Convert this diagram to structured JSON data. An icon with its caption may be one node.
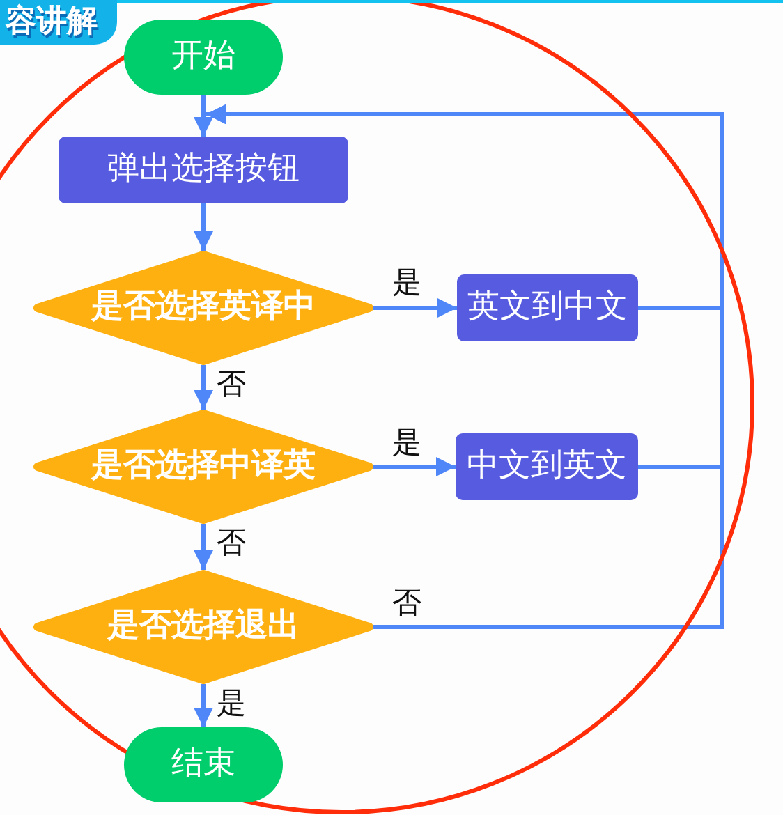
{
  "diagram": {
    "nodes": [
      {
        "text": [
          "开始"
        ]
      },
      {
        "text": [
          "弹出选择按钮"
        ]
      },
      {
        "text": [
          "是否选择英译中"
        ]
      },
      {
        "text": [
          "英文到中文"
        ]
      },
      {
        "text": [
          "是否选择中译英"
        ]
      },
      {
        "text": [
          "中文到英文"
        ]
      },
      {
        "text": [
          "是否选择退出"
        ]
      },
      {
        "text": [
          "结束"
        ]
      }
    ],
    "edges": [
      {
        "from": 0,
        "to": 1,
        "arrow": "to"
      },
      {
        "from": 1,
        "to": 2,
        "arrow": "to"
      },
      {
        "from": 2,
        "to": 3,
        "arrow": "to",
        "label": "是"
      },
      {
        "from": 2,
        "to": 4,
        "arrow": "to",
        "label": "否"
      },
      {
        "from": 4,
        "to": 5,
        "arrow": "to",
        "label": "是"
      },
      {
        "from": 4,
        "to": 6,
        "arrow": "to",
        "label": "否"
      },
      {
        "from": 6,
        "to": 7,
        "arrow": "to",
        "label": "是"
      },
      {
        "from": 3,
        "to": 1,
        "arrow": "to"
      },
      {
        "from": 5,
        "to": 1,
        "arrow": "to"
      },
      {
        "from": 6,
        "to": 1,
        "arrow": "to",
        "label": "否"
      }
    ],
    "labels": [
      "容讲解"
    ]
  }
}
